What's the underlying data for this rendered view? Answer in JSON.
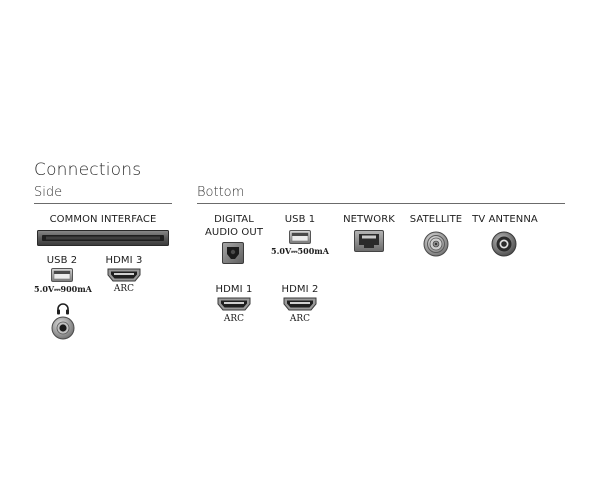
{
  "title": "Connections",
  "sections": {
    "side": "Side",
    "bottom": "Bottom"
  },
  "side": {
    "common_interface": {
      "label": "COMMON INTERFACE"
    },
    "usb2": {
      "label": "USB 2",
      "spec": "5.0V⎓900mA"
    },
    "hdmi3": {
      "label": "HDMI 3",
      "sub": "ARC"
    },
    "headphone": {
      "icon": "headphone-icon"
    }
  },
  "bottom": {
    "digital_audio": {
      "label_line1": "DIGITAL",
      "label_line2": "AUDIO OUT"
    },
    "usb1": {
      "label": "USB 1",
      "spec": "5.0V⎓500mA"
    },
    "network": {
      "label": "NETWORK"
    },
    "satellite": {
      "label": "SATELLITE"
    },
    "tv_antenna": {
      "label": "TV ANTENNA"
    },
    "hdmi1": {
      "label": "HDMI 1",
      "sub": "ARC"
    },
    "hdmi2": {
      "label": "HDMI 2",
      "sub": "ARC"
    }
  }
}
